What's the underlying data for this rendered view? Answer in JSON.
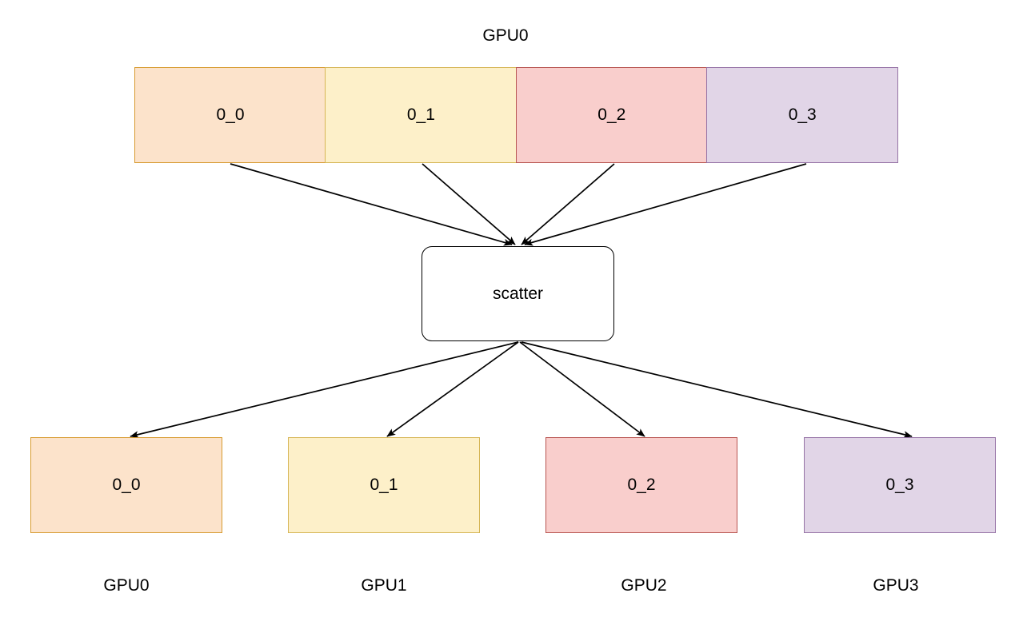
{
  "diagram": {
    "title": "GPU0",
    "operation_node": {
      "label": "scatter",
      "fill": "#ffffff",
      "stroke": "#000000"
    },
    "source_bar": {
      "owner_label": "GPU0",
      "segments": [
        {
          "label": "0_0",
          "fill": "#fce3cb",
          "stroke": "#d79b30"
        },
        {
          "label": "0_1",
          "fill": "#fdf0c9",
          "stroke": "#d6b656"
        },
        {
          "label": "0_2",
          "fill": "#f9cecc",
          "stroke": "#b85450"
        },
        {
          "label": "0_3",
          "fill": "#e1d5e7",
          "stroke": "#9673a6"
        }
      ]
    },
    "destinations": [
      {
        "chunk": "0_0",
        "device": "GPU0",
        "fill": "#fce3cb",
        "stroke": "#d79b30"
      },
      {
        "chunk": "0_1",
        "device": "GPU1",
        "fill": "#fdf0c9",
        "stroke": "#d6b656"
      },
      {
        "chunk": "0_2",
        "device": "GPU2",
        "fill": "#f9cecc",
        "stroke": "#b85450"
      },
      {
        "chunk": "0_3",
        "device": "GPU3",
        "fill": "#e1d5e7",
        "stroke": "#9673a6"
      }
    ],
    "edge_color": "#000000"
  }
}
